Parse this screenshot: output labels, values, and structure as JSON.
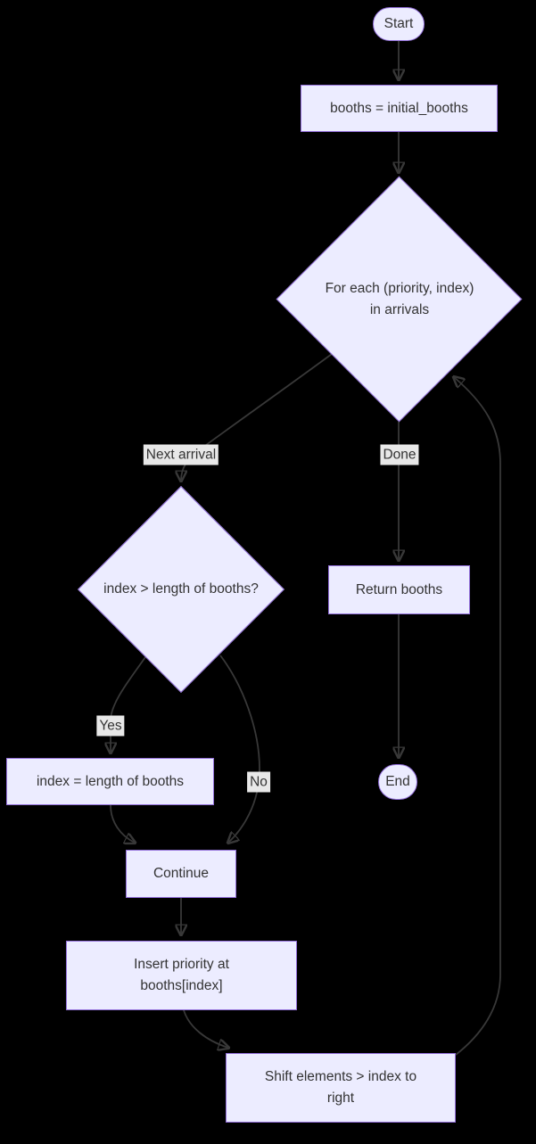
{
  "colors": {
    "background": "#000000",
    "node_fill": "#ECECFF",
    "node_border": "#9370DB",
    "edge": "#383838",
    "edge_label_bg": "#E8E8E8",
    "text": "#333333"
  },
  "nodes": {
    "start": {
      "type": "stadium",
      "label": "Start"
    },
    "init": {
      "type": "process",
      "label": "booths = initial_booths"
    },
    "foreach": {
      "type": "decision",
      "lines": [
        "For each (priority, index)",
        "in arrivals"
      ]
    },
    "check": {
      "type": "decision",
      "label": "index > length of booths?"
    },
    "return_booths": {
      "type": "process",
      "label": "Return booths"
    },
    "end": {
      "type": "stadium",
      "label": "End"
    },
    "set_index": {
      "type": "process",
      "label": "index = length of booths"
    },
    "continue": {
      "type": "process",
      "label": "Continue"
    },
    "insert": {
      "type": "process",
      "lines": [
        "Insert priority at",
        "booths[index]"
      ]
    },
    "shift": {
      "type": "process",
      "lines": [
        "Shift elements > index to",
        "right"
      ]
    }
  },
  "edge_labels": {
    "next_arrival": "Next arrival",
    "done": "Done",
    "yes": "Yes",
    "no": "No"
  }
}
